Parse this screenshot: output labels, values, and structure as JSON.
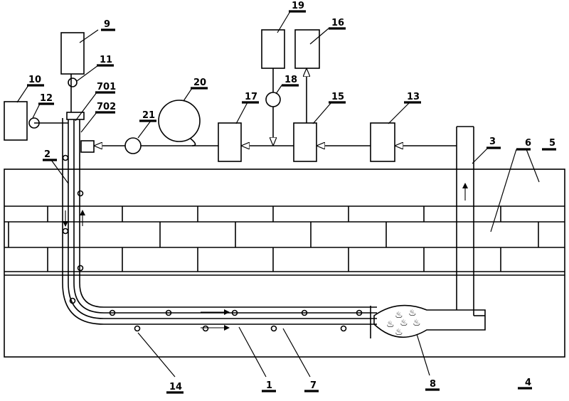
{
  "labels": {
    "l1": "1",
    "l2": "2",
    "l3": "3",
    "l4": "4",
    "l5": "5",
    "l6": "6",
    "l7": "7",
    "l8": "8",
    "l9": "9",
    "l10": "10",
    "l11": "11",
    "l12": "12",
    "l13": "13",
    "l14": "14",
    "l15": "15",
    "l16": "16",
    "l17": "17",
    "l18": "18",
    "l19": "19",
    "l20": "20",
    "l21": "21",
    "l701": "701",
    "l702": "702"
  },
  "flame_glyph": "♨"
}
